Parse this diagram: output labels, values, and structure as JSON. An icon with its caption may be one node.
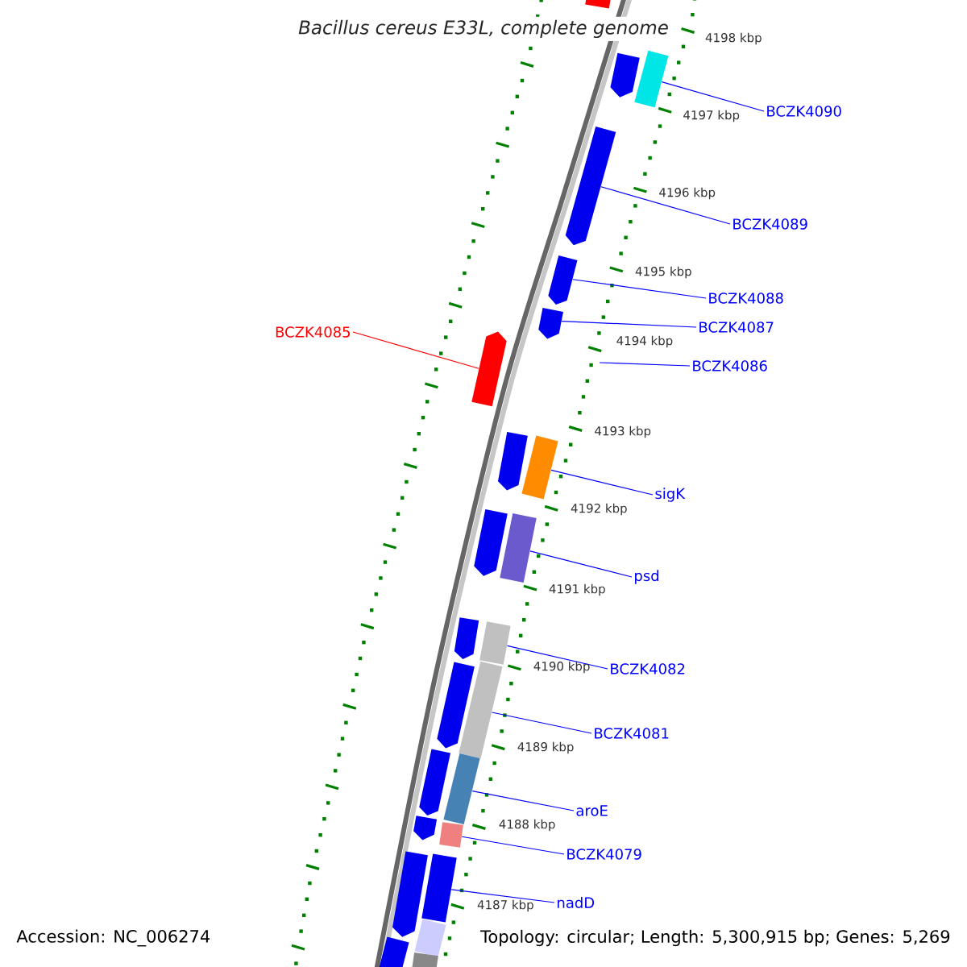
{
  "diagram": {
    "title": "Bacillus cereus E33L, complete genome",
    "nodes": [
      {
        "text": [],
        "shape": "bar"
      },
      {
        "text": [],
        "shape": "pentagon"
      },
      {
        "text": [],
        "shape": "bar"
      },
      {
        "text": [
          "BCZK4090"
        ]
      },
      {
        "text": [],
        "shape": "pentagon"
      },
      {
        "text": [
          "BCZK4089"
        ]
      },
      {
        "text": [],
        "shape": "pentagon"
      },
      {
        "text": [
          "BCZK4088"
        ]
      },
      {
        "text": [],
        "shape": "pentagon"
      },
      {
        "text": [
          "BCZK4087"
        ]
      },
      {
        "text": [
          "BCZK4085"
        ]
      },
      {
        "text": [],
        "shape": "pentagon"
      },
      {
        "text": [
          "BCZK4086"
        ]
      },
      {
        "text": [],
        "shape": "pentagon"
      },
      {
        "text": [],
        "shape": "bar"
      },
      {
        "text": [
          "sigK"
        ]
      },
      {
        "text": [],
        "shape": "pentagon"
      },
      {
        "text": [],
        "shape": "bar"
      },
      {
        "text": [
          "psd"
        ]
      },
      {
        "text": [],
        "shape": "pentagon"
      },
      {
        "text": [],
        "shape": "bar"
      },
      {
        "text": [],
        "shape": "pentagon"
      },
      {
        "text": [],
        "shape": "bar"
      },
      {
        "text": [
          "BCZK4082"
        ]
      },
      {
        "text": [
          "BCZK4081"
        ]
      },
      {
        "text": [],
        "shape": "pentagon"
      },
      {
        "text": [],
        "shape": "bar"
      },
      {
        "text": [
          "aroE"
        ]
      },
      {
        "text": [],
        "shape": "pentagon"
      },
      {
        "text": [],
        "shape": "bar"
      },
      {
        "text": [
          "BCZK4079"
        ]
      },
      {
        "text": [],
        "shape": "pentagon"
      },
      {
        "text": [],
        "shape": "bar"
      },
      {
        "text": [
          "nadD"
        ]
      },
      {
        "text": [],
        "shape": "bar"
      },
      {
        "text": [],
        "shape": "bar"
      },
      {
        "text": [],
        "shape": "bar"
      }
    ],
    "edges": [
      {
        "from": 3,
        "to": 2,
        "arrow": "none"
      },
      {
        "from": 5,
        "to": 4,
        "arrow": "none"
      },
      {
        "from": 7,
        "to": 6,
        "arrow": "none"
      },
      {
        "from": 9,
        "to": 8,
        "arrow": "none"
      },
      {
        "from": 12,
        "to": null,
        "arrow": "none"
      },
      {
        "from": 10,
        "to": 11,
        "arrow": "none",
        "color": "#ff0000"
      },
      {
        "from": 15,
        "to": 14,
        "arrow": "none"
      },
      {
        "from": 18,
        "to": 17,
        "arrow": "none"
      },
      {
        "from": 23,
        "to": 20,
        "arrow": "none"
      },
      {
        "from": 24,
        "to": 22,
        "arrow": "none"
      },
      {
        "from": 27,
        "to": 26,
        "arrow": "none"
      },
      {
        "from": 30,
        "to": 29,
        "arrow": "none"
      },
      {
        "from": 33,
        "to": 32,
        "arrow": "none"
      }
    ],
    "labels": [
      "4198 kbp",
      "4197 kbp",
      "4196 kbp",
      "4195 kbp",
      "4194 kbp",
      "4193 kbp",
      "4192 kbp",
      "4191 kbp",
      "4190 kbp",
      "4189 kbp",
      "4188 kbp",
      "4187 kbp",
      "Accession: NC_006274",
      "Topology: circular; Length: 5,300,915 bp; Genes: 5,269"
    ]
  }
}
